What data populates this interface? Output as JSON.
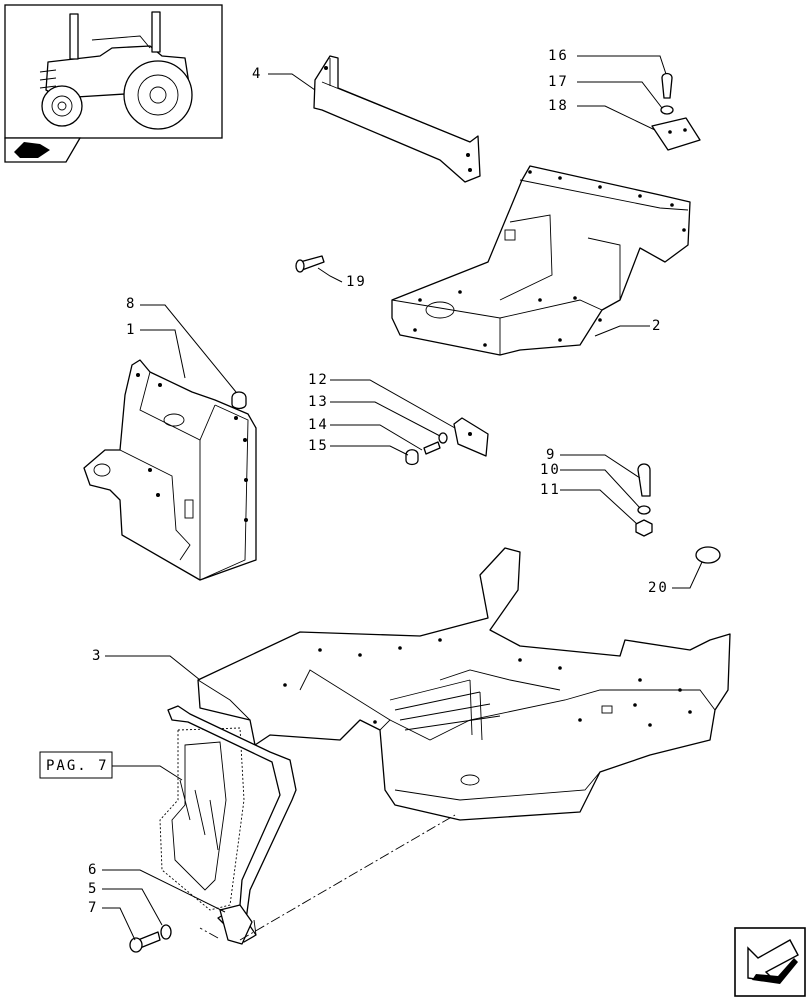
{
  "labels": {
    "l1": "1",
    "l2": "2",
    "l3": "3",
    "l4": "4",
    "l5": "5",
    "l6": "6",
    "l7": "7",
    "l8": "8",
    "l9": "9",
    "l10": "10",
    "l11": "11",
    "l12": "12",
    "l13": "13",
    "l14": "14",
    "l15": "15",
    "l16": "16",
    "l17": "17",
    "l18": "18",
    "l19": "19",
    "l20": "20"
  },
  "page_ref": "PAG. 7",
  "icons": {
    "thumbnail": "tractor-thumbnail-icon",
    "section": "section-marker-icon",
    "nav": "next-page-arrow-icon"
  }
}
